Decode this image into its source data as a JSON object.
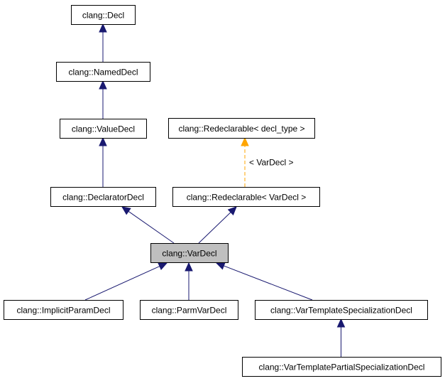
{
  "diagram": {
    "nodes": [
      {
        "id": "decl",
        "label": "clang::Decl"
      },
      {
        "id": "named",
        "label": "clang::NamedDecl"
      },
      {
        "id": "value",
        "label": "clang::ValueDecl"
      },
      {
        "id": "redecl_t",
        "label": "clang::Redeclarable< decl_type >"
      },
      {
        "id": "declarator",
        "label": "clang::DeclaratorDecl"
      },
      {
        "id": "redecl_v",
        "label": "clang::Redeclarable< VarDecl >"
      },
      {
        "id": "var",
        "label": "clang::VarDecl",
        "highlight": true
      },
      {
        "id": "implicit",
        "label": "clang::ImplicitParamDecl"
      },
      {
        "id": "parm",
        "label": "clang::ParmVarDecl"
      },
      {
        "id": "vts",
        "label": "clang::VarTemplateSpecializationDecl"
      },
      {
        "id": "vtps",
        "label": "clang::VarTemplatePartialSpecializationDecl"
      }
    ],
    "edges": [
      {
        "from": "named",
        "to": "decl",
        "kind": "inheritance"
      },
      {
        "from": "value",
        "to": "named",
        "kind": "inheritance"
      },
      {
        "from": "declarator",
        "to": "value",
        "kind": "inheritance"
      },
      {
        "from": "redecl_v",
        "to": "redecl_t",
        "kind": "template-instance",
        "label": "< VarDecl >"
      },
      {
        "from": "var",
        "to": "declarator",
        "kind": "inheritance"
      },
      {
        "from": "var",
        "to": "redecl_v",
        "kind": "inheritance"
      },
      {
        "from": "implicit",
        "to": "var",
        "kind": "inheritance"
      },
      {
        "from": "parm",
        "to": "var",
        "kind": "inheritance"
      },
      {
        "from": "vts",
        "to": "var",
        "kind": "inheritance"
      },
      {
        "from": "vtps",
        "to": "vts",
        "kind": "inheritance"
      }
    ],
    "colors": {
      "inheritance": "#191970",
      "template": "#ffa500",
      "highlight_fill": "#bfbfbf",
      "node_fill": "#ffffff"
    }
  }
}
